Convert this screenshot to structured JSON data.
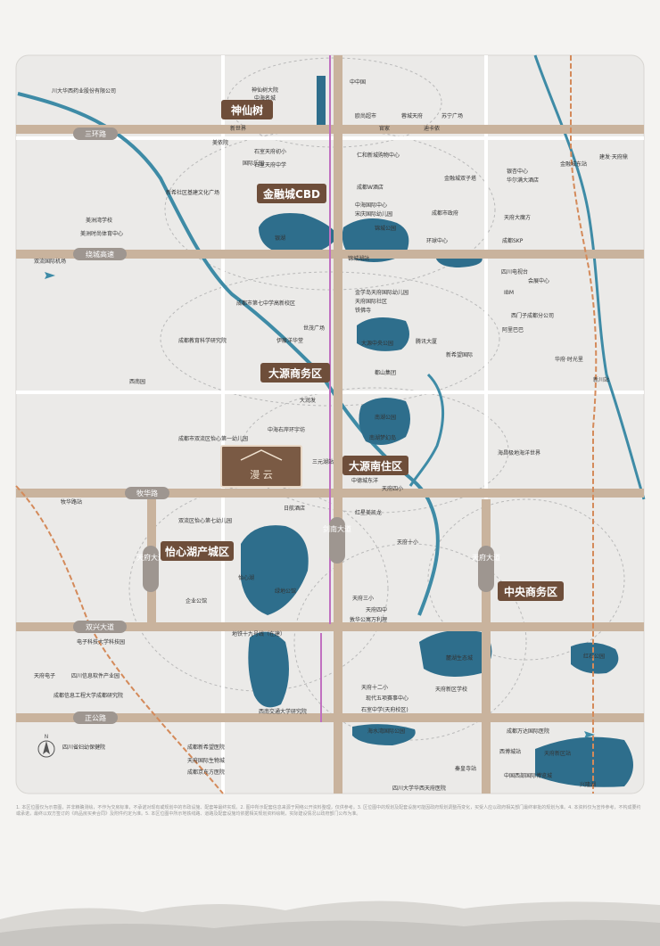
{
  "districts": {
    "shenxianshu": "神仙树",
    "jinrongcheng": "金融城CBD",
    "dayuan_business": "大源商务区",
    "dayuan_south": "大源南住区",
    "yixinhu": "怡心湖产城区",
    "central_business": "中央商务区"
  },
  "project": {
    "name": "漫 云"
  },
  "roads": {
    "sanhuan": "三环路",
    "raocheng": "绕城高速",
    "muhua": "牧华路",
    "shuangxing": "双兴大道",
    "zhengong": "正公路",
    "jiannan": "剑南大道",
    "tianfu_north": "天府大道",
    "tianfu_south": "天府大道",
    "huafu": "华府大道"
  },
  "colors": {
    "road": "#c9b39d",
    "water": "#3e8ba6",
    "brand": "#7a5a44",
    "metro": "#c070c0",
    "green": "#2e6e8c"
  },
  "labels": {
    "chuandahua": "川大华西药业股份有限公司",
    "shenxian_daiyuan": "神仙树大院",
    "zhonghai_school": "中海名城",
    "xin_dong": "新世界",
    "zhongzhong": "中中国",
    "auchan": "欧尚超市",
    "huaifu": "蓉城天府",
    "suning": "苏宁广场",
    "guanjia": "官家",
    "dikan": "迪卡侬",
    "meiyan": "美侬院",
    "shiyu": "石室天府初小",
    "guoshu": "国际乐园",
    "shishi": "石室天府中学",
    "renhe": "仁和新城购物中心",
    "chengdu_wsq": "成都W酒店",
    "twin_tower": "金融城双子塔",
    "yinxing": "银杏中心",
    "huahua": "华尔满大酒店",
    "jinrongdong": "金融城东站",
    "jianshe_tianfu": "建发·天府鼎",
    "xinyuan": "新希社区基建文化广场",
    "meizhou_school": "美洲湾学校",
    "meizhou_sports": "美洲时尚体育中心",
    "yinhu": "银湖",
    "zhonghai_park": "中海国际中心",
    "songhe": "宋庆国际幼儿园",
    "gov": "成都市政府",
    "jlpark": "锦城公园",
    "huanqiu": "环球中心",
    "skp": "成都SKP",
    "tianfu_dashi": "天府大魔方",
    "raocheng_lbl": "锦城湖站",
    "sichuan_tv": "四川电视台",
    "huizhan": "会展中心",
    "ibm": "IBM",
    "siemens": "西门子成都分公司",
    "alibaba": "阿里巴巴",
    "jishi": "世茂广场",
    "yiteng": "伊藤洋华堂",
    "jingjin": "金学岛天府国际幼儿园",
    "tianfu_int": "天府国际社区",
    "tiebao": "铁佛寺",
    "jiaoyu": "成都教育科学研究院",
    "di7": "成都市第七中学高新校区",
    "dayuan_park": "大源中央公园",
    "tencent": "腾讯大厦",
    "xinxiwang": "新希望国际",
    "duyuan": "都山集团",
    "huafu_lu": "华府·时光里",
    "xinchuan": "新川站",
    "xiannan": "西南园",
    "dahua": "大润发",
    "zhonghai_park2": "中海右岸环宇坊",
    "shuangliu": "成都市双流区怡心第一幼儿园",
    "nanhu_park": "南湖公园",
    "nanhu_mall": "南湖梦幻岛",
    "tianfu_4": "天府四小",
    "ocean": "海昌极地海洋世界",
    "sanshui": "三元湖站",
    "zhongxin": "中德城东洋",
    "muhua_station": "牧华路站",
    "ripeng": "日航酒店",
    "honglan": "红星美凯龙",
    "xiaoshui": "双流区怡心第七幼儿园",
    "tianfu_10": "天府十小",
    "qidian": "企业公馆",
    "yixinhu_lbl": "怡心湖",
    "lvgu": "绿地公馆",
    "tianfu_3": "天府三小",
    "tianfu_zhong": "天府四中",
    "jingyu": "敦华公寓万利理",
    "dianzi": "电子科技大学科技园",
    "tianfu_e": "天府电子",
    "sichuan_it": "四川信息软件产业园",
    "chengdu_it": "成都信息工程大学成都研究院",
    "metro19": "地铁十九号线（在建）",
    "luhu": "麓湖生态城",
    "hongyun": "红石公园",
    "xinan": "西南交通大学研究院",
    "tianfu_12": "天府十二小",
    "xiandai": "现代五项赛事中心",
    "shishi_zhong": "石室中学(天府校区)",
    "haishui": "海水湾国际公园",
    "xinglong": "兴隆湖",
    "tianfu_school": "天府新区学校",
    "chengdu_hosp": "成都万达国际医院",
    "tianfu_station": "天府新区站",
    "qinghuan": "秦皇寺站",
    "zhongguo": "中国西部国际博览城",
    "sichuan_uni": "四川大学华西天府医院",
    "xiyang": "西博城站",
    "sichuan_ganbu": "四川省妇幼保健院",
    "zhengke": "成都新希望医院",
    "tianfu_hosp": "天府国际生物城",
    "chengdu_dongfang": "成都京东方医院",
    "airport": "双流国际机场"
  },
  "disclaimer": "1. 本区位图仅为示意图，并非精确测绘，不作为交房标准，不承诺对现有或规划中的市政设施、配套等最终实现。2. 图中所示配套信息来源于网络公开资料整理，仅供参考。3. 区位图中的规划及配套设施可能因政府规划调整而变化，买受人应以政府相关部门最终审批的规划为准。4. 本资料仅为宣传参考，不构成要约或承诺，最终以双方签订的《商品房买卖合同》及附件约定为准。5. 本区位图中所示地铁线路、道路及配套设施均依据相关规划资料绘制，实际建设情况以政府部门公布为准。"
}
